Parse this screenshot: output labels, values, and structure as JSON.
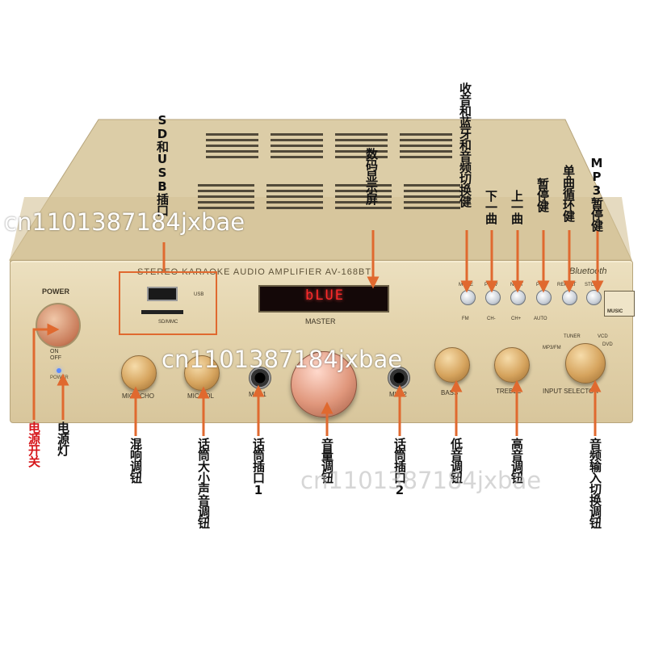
{
  "colors": {
    "chassis": "#e4d4ad",
    "arrow": "#e0692f",
    "display_text": "#ff2a2a",
    "annotation": "#111111",
    "annotation_highlight": "#d6161a",
    "led": "#5a8aff"
  },
  "panel": {
    "model": "STEREO KARAOKE AUDIO AMPLIFIER  AV-168BT",
    "bluetooth": "Bluetooth",
    "power": "POWER",
    "power_on": "ON",
    "power_off": "OFF",
    "power_led": "POWER",
    "usb": "USB",
    "sd": "SD/MMC",
    "display": "bLUE",
    "master": "MASTER",
    "knobs": [
      {
        "id": "mic-echo",
        "label": "MIC ECHO"
      },
      {
        "id": "mic-vol",
        "label": "MIC VOL"
      },
      {
        "id": "mic1",
        "label": "MIC-1"
      },
      {
        "id": "mic2",
        "label": "MIC-2"
      },
      {
        "id": "bass",
        "label": "BASS"
      },
      {
        "id": "treble",
        "label": "TREBLE"
      },
      {
        "id": "input-selector",
        "label": "INPUT SELECTOR"
      }
    ],
    "input_options": [
      "MP3/FM",
      "TUNER",
      "VCD",
      "DVD"
    ],
    "buttons": [
      {
        "label": "MODE",
        "sub": "FM"
      },
      {
        "label": "PREV",
        "sub": "CH-"
      },
      {
        "label": "NEXT",
        "sub": "CH+"
      },
      {
        "label": "PLAY",
        "sub": "AUTO"
      },
      {
        "label": "REPEAT",
        "sub": ""
      },
      {
        "label": "STOP",
        "sub": ""
      }
    ],
    "badge": "MUSIC"
  },
  "annotations": {
    "sd_usb": "SD和USB插口",
    "display": "数码显示屏",
    "mode": "收音和蓝牙和音频切换健",
    "next": "下一曲",
    "prev": "上一曲",
    "pause": "暂停健",
    "repeat": "单曲循环健",
    "mp3_pause": "MP3暂停健",
    "power_switch": "电源开关",
    "power_led": "电源灯",
    "echo": "混响调钮",
    "mic_vol": "话筒大小声音调钮",
    "mic1": "话筒插口1",
    "volume": "音量调钮",
    "mic2": "话筒插口2",
    "bass": "低音调钮",
    "treble": "高音调钮",
    "input_selector": "音频输入切换调钮"
  },
  "watermarks": [
    "cn1101387184jxbae",
    "cn1101387184jxbae",
    "cn1101387184jxbae"
  ]
}
